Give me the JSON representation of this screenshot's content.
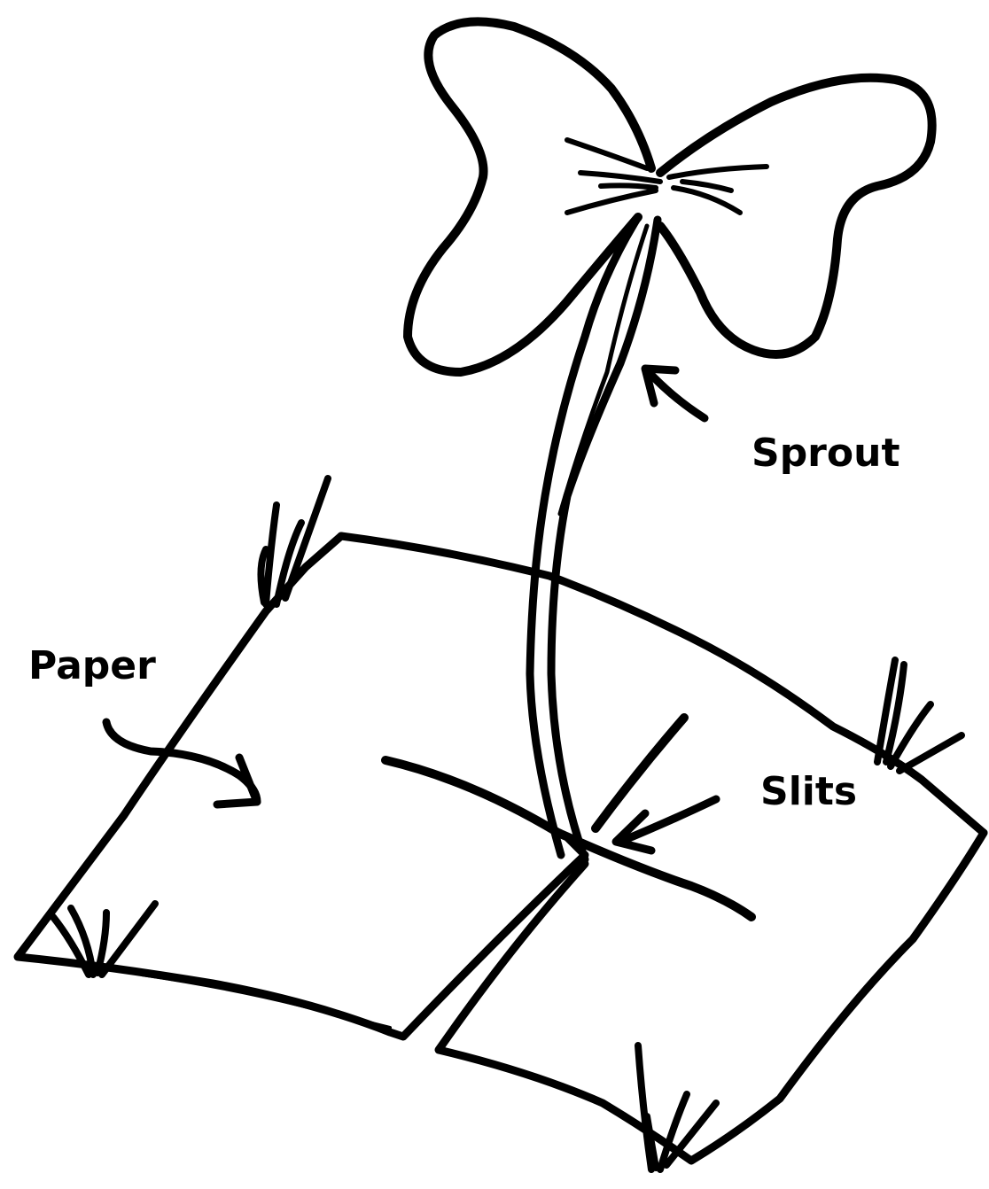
{
  "labels": {
    "paper": "Paper",
    "sprout": "Sprout",
    "slits": "Slits"
  },
  "colors": {
    "ink": "#000000",
    "background": "#ffffff"
  }
}
